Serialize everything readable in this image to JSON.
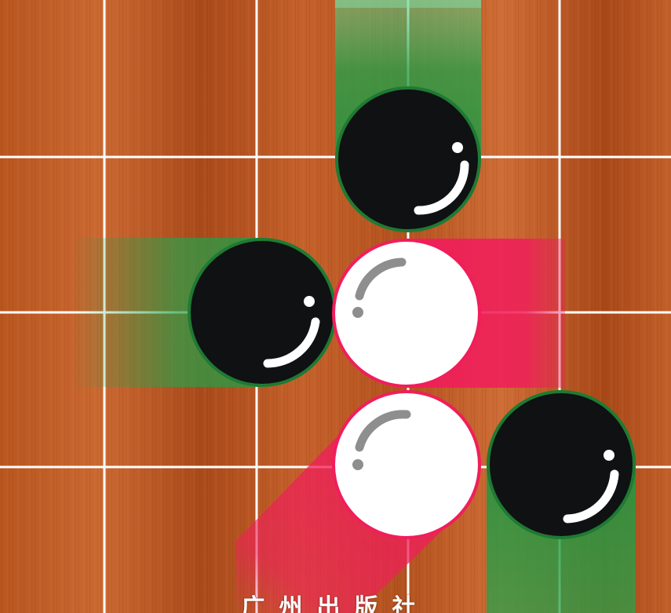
{
  "board": {
    "colors": {
      "wood_light": "#c9662f",
      "wood_mid": "#b7531f",
      "wood_dark": "#9c4318",
      "grid_line": "#ffffff",
      "black_stone": "#0f1113",
      "white_stone": "#ffffff",
      "stone_highlight_on_black": "#ffffff",
      "stone_highlight_on_white": "#8e8e8e",
      "black_ray": "#1f8f3a",
      "white_ray": "#f01e5a"
    },
    "stones": [
      {
        "id": "stone-black-top",
        "color": "black",
        "ray": "up"
      },
      {
        "id": "stone-black-left",
        "color": "black",
        "ray": "left"
      },
      {
        "id": "stone-white-center",
        "color": "white",
        "ray": "right"
      },
      {
        "id": "stone-white-bottom",
        "color": "white",
        "ray": "down-left"
      },
      {
        "id": "stone-black-bottom-right",
        "color": "black",
        "ray": "down"
      }
    ]
  },
  "footer": {
    "publisher": "广州出版社"
  }
}
